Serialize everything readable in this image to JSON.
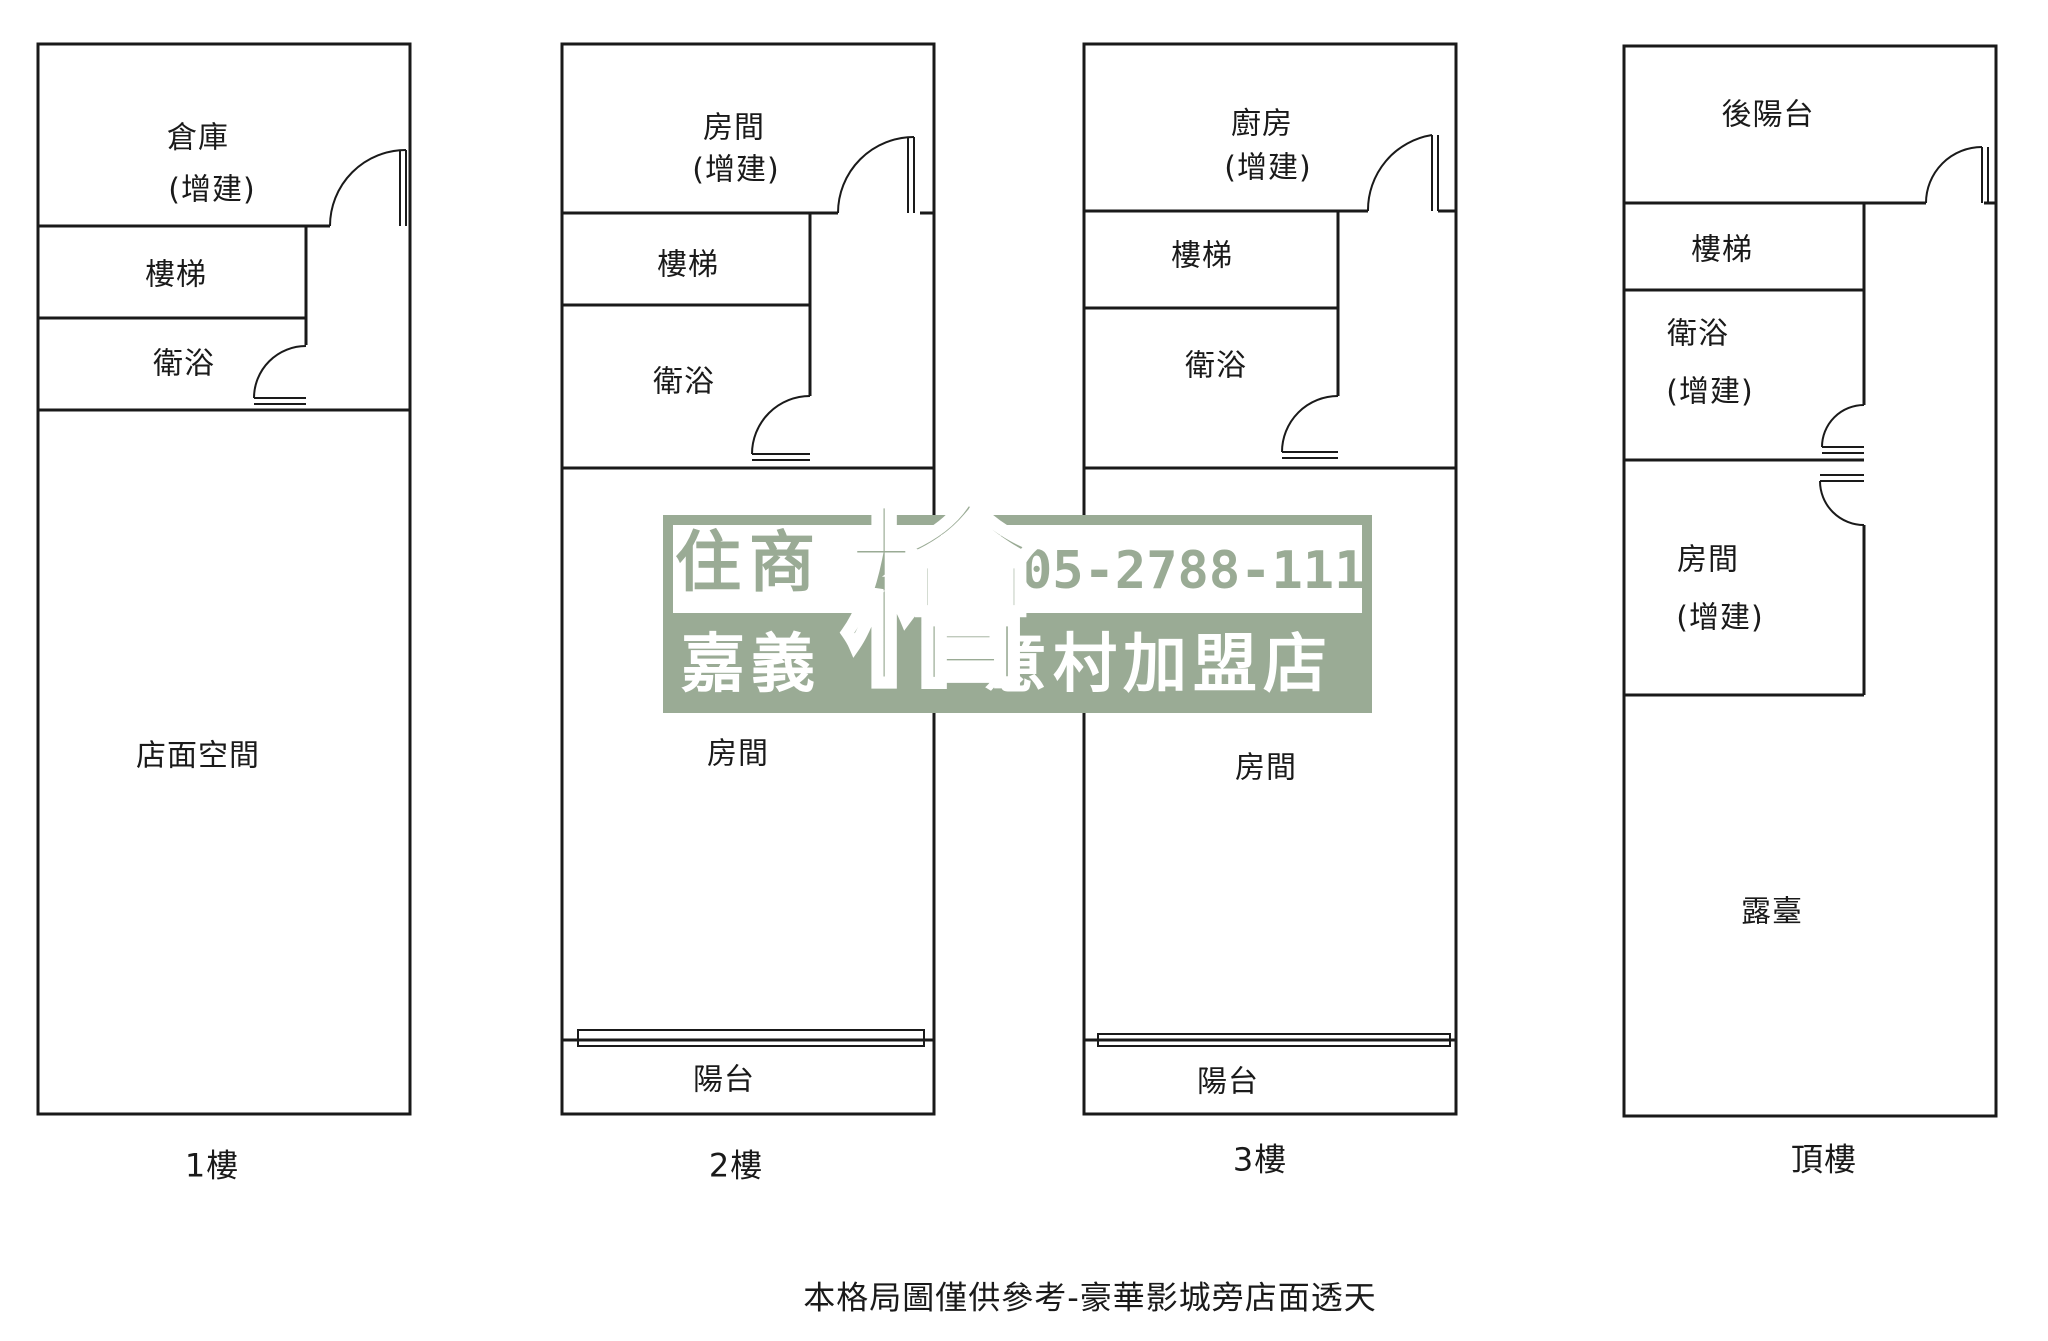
{
  "floors": [
    {
      "label": "1樓",
      "rooms": {
        "storage": "倉庫",
        "storage_note": "(增建)",
        "stairs": "樓梯",
        "bath": "衛浴",
        "shop": "店面空間"
      }
    },
    {
      "label": "2樓",
      "rooms": {
        "room_top": "房間",
        "room_top_note": "(增建)",
        "stairs": "樓梯",
        "bath": "衛浴",
        "room_main": "房間",
        "balcony": "陽台"
      }
    },
    {
      "label": "3樓",
      "rooms": {
        "kitchen": "廚房",
        "kitchen_note": "(增建)",
        "stairs": "樓梯",
        "bath": "衛浴",
        "room_main": "房間",
        "balcony": "陽台"
      }
    },
    {
      "label": "頂樓",
      "rooms": {
        "rear_balcony": "後陽台",
        "stairs": "樓梯",
        "bath": "衛浴",
        "bath_note": "(增建)",
        "room": "房間",
        "room_note": "(增建)",
        "terrace": "露臺"
      }
    }
  ],
  "watermark": {
    "line1": "住商",
    "big_char": "檜",
    "phone": "05-2788-111",
    "line2a": "嘉義",
    "line2b": "意村加盟店",
    "colors": {
      "green": "#9aab95",
      "white": "#ffffff"
    }
  },
  "caption": "本格局圖僅供參考-豪華影城旁店面透天"
}
